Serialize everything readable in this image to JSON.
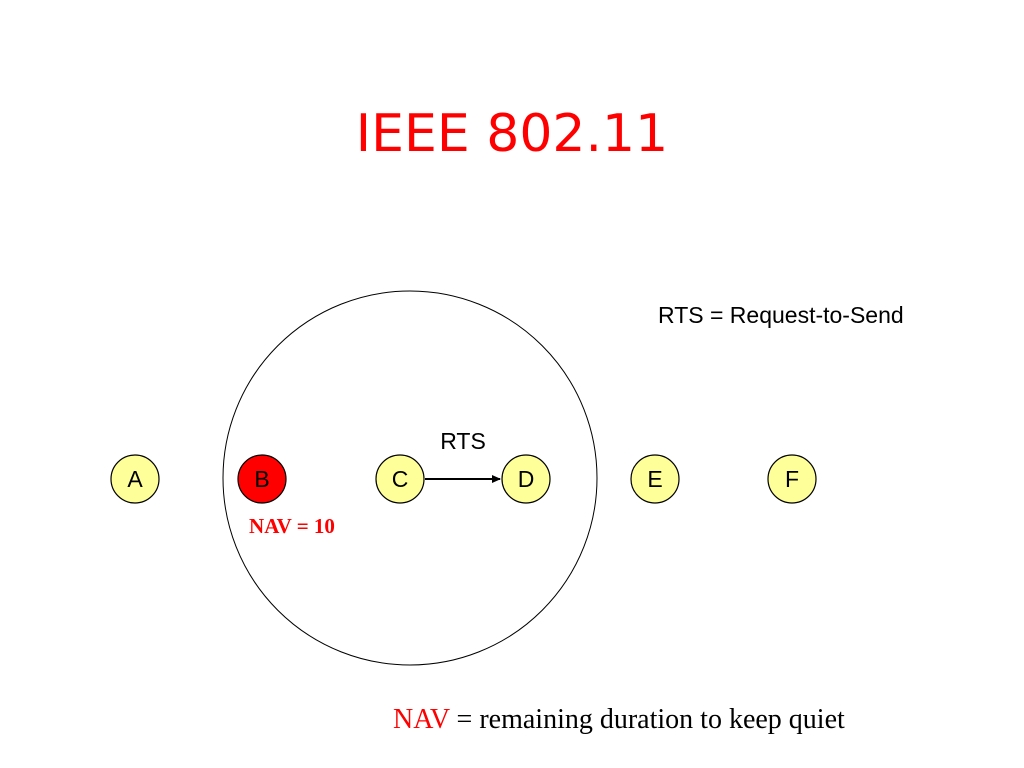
{
  "title": "IEEE 802.11",
  "nodes": [
    {
      "label": "A",
      "fill": "#ffff99",
      "active": false
    },
    {
      "label": "B",
      "fill": "#ff0000",
      "active": true
    },
    {
      "label": "C",
      "fill": "#ffff99",
      "active": false
    },
    {
      "label": "D",
      "fill": "#ffff99",
      "active": false
    },
    {
      "label": "E",
      "fill": "#ffff99",
      "active": false
    },
    {
      "label": "F",
      "fill": "#ffff99",
      "active": false
    }
  ],
  "rts_arrow_label": "RTS",
  "nav_annotation": "NAV = 10",
  "rts_definition": "RTS = Request-to-Send",
  "nav_definition": {
    "term": "NAV",
    "text": " = remaining duration to keep quiet"
  },
  "colors": {
    "accent": "#ff0000",
    "node_fill": "#ffff99",
    "active_node_fill": "#ff0000",
    "stroke": "#000000"
  }
}
